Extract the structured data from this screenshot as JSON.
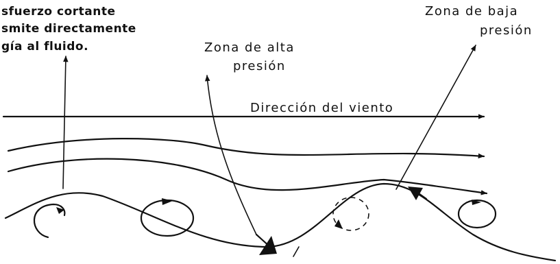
{
  "labels": {
    "shear_line1": "sfuerzo cortante",
    "shear_line2": "smite directamente",
    "shear_line3": "gía al fluido.",
    "high_pressure_line1": "Zona de alta",
    "high_pressure_line2": "presión",
    "low_pressure_line1": "Zona de baja",
    "low_pressure_line2": "presión",
    "wind_direction": "Dirección del viento"
  },
  "colors": {
    "ink": "#111111",
    "background": "#ffffff"
  }
}
